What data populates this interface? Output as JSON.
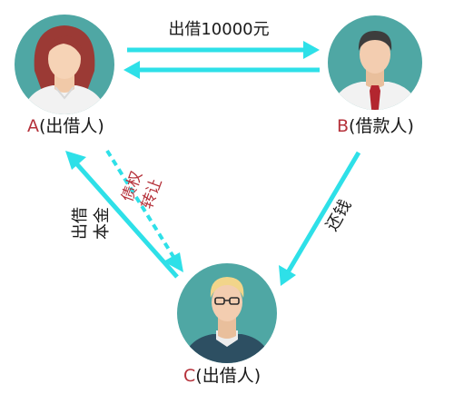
{
  "arrow_top_label": "出借10000元",
  "arrow_right_label": "还钱",
  "arrow_left_label_lines": [
    "出借",
    "本金"
  ],
  "arrow_dashed_label_lines": [
    "债权",
    "转让"
  ],
  "colors": {
    "circle": "#4fa7a4",
    "arrow": "#2ee0e8",
    "letter": "#b5313a",
    "label_red": "#b5313a",
    "text": "#1a1a1a"
  },
  "nodes": {
    "a": {
      "letter": "A",
      "name": "(出借人)",
      "icon": "woman-avatar-icon"
    },
    "b": {
      "letter": "B",
      "name": "(借款人)",
      "icon": "man-tie-avatar-icon"
    },
    "c": {
      "letter": "C",
      "name": "(出借人)",
      "icon": "man-glasses-avatar-icon"
    }
  }
}
